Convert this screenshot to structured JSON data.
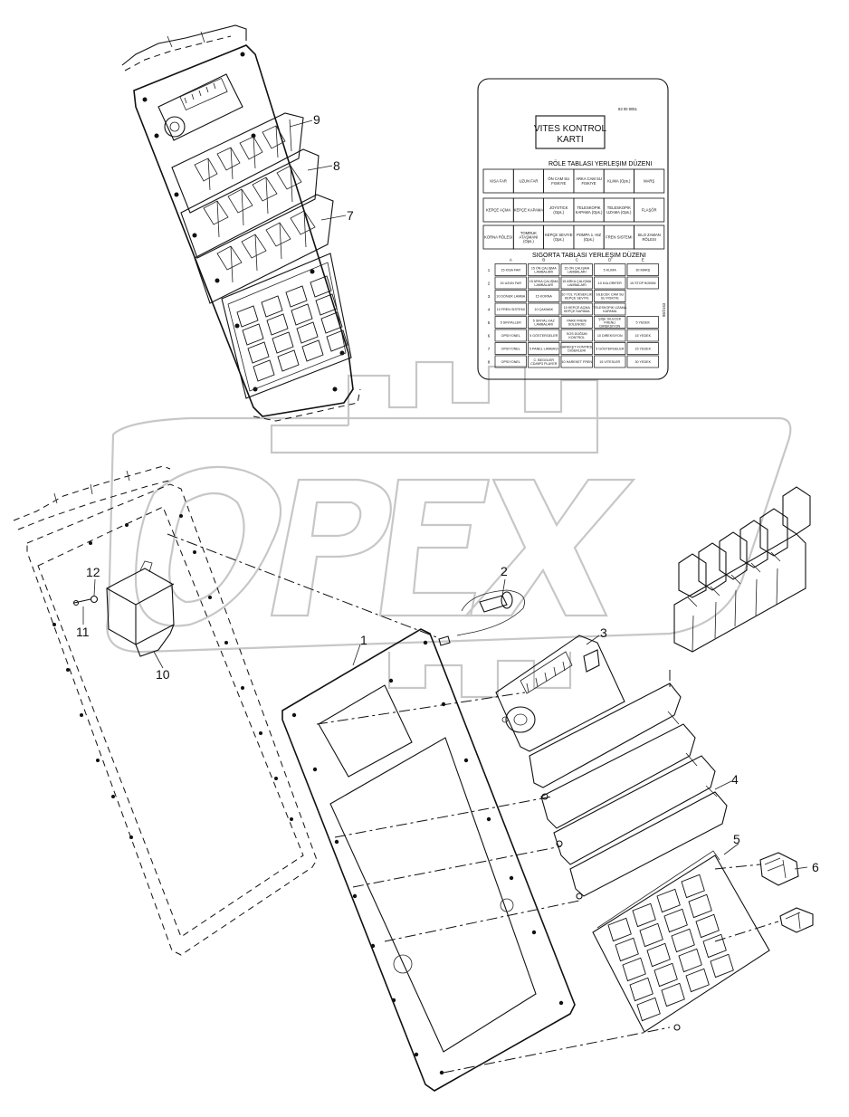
{
  "watermark": {
    "brand": "OPEX"
  },
  "callouts": {
    "c1": "1",
    "c2": "2",
    "c3": "3",
    "c4": "4",
    "c5": "5",
    "c6": "6",
    "c7": "7",
    "c8": "8",
    "c9": "9",
    "c10": "10",
    "c11": "11",
    "c12": "12"
  },
  "card": {
    "code": "83 00 9051",
    "title_line1": "VITES KONTROL",
    "title_line2": "KARTI",
    "side_code": "98/2163",
    "relay_header": "RÖLE TABLASI YERLEŞIM DÜZENI",
    "relay_rows": [
      [
        "KISA FAR",
        "UZUN FAR",
        "ÖN CAM SU FISKIYE",
        "ARKA CAM SU FISKIYE",
        "KLIMA (Ops.)",
        "MARŞ"
      ],
      [
        "KEPÇE AÇMA",
        "KEPÇE KAPAMA",
        "JOYSTICK (Ops.)",
        "TELESKOPIK KAPAMA (Ops.)",
        "TELESKOPIK UZAMA (Ops.)",
        "FLAŞÖR"
      ],
      [
        "KORNA RÖLESI",
        "TOMRUK ATAŞMANI (Ops.)",
        "KEPÇE SEVIYE (Ops.)",
        "POMPA 1. HIZ (Ops.)",
        "FREN SISTEMI",
        "SILO ZAMAN RÖLESI"
      ]
    ],
    "fuse_header": "SIGORTA TABLASI YERLEŞIM DÜZENI",
    "fuse_cols": [
      "A",
      "B",
      "C",
      "D",
      "E"
    ],
    "fuse_rows": [
      "1",
      "2",
      "3",
      "4",
      "5",
      "6",
      "7",
      "8"
    ],
    "fuse_cells": [
      [
        "15 KISA FAR",
        "15 ÖN ÇALIŞMA LAMBALARI",
        "15 ÖN ÇALIŞMA LAMBALARI",
        "5 KLIMA",
        "30 MARŞ"
      ],
      [
        "15 UZUN FAR",
        "15 ARKA ÇALIŞMA LAMBALARI",
        "15 ARKA ÇALIŞMA LAMBALARI",
        "10 KALORIFER",
        "15 STOP BOBINI"
      ],
      [
        "10 DÖNER LAMBA",
        "15 KORNA",
        "10 YOL YÜKSEKLIK KEPÇE SEVIYE",
        "SILECEK CAM SU SU FISKIYE",
        ""
      ],
      [
        "10 FREN SISTEMI",
        "10 ÇAKMAK",
        "10 KEPÇE AÇMA KEPÇE KAPAMA",
        "TELESKOPIK UZAMA KAPAMA",
        ""
      ],
      [
        "5 SINYALLER",
        "5 SINYAL KAZ LAMBALARI",
        "PARK FRENI SOLENOID",
        "ŞİŞE SILECEK FRENLI DIREKSIYON",
        "5 YEDEK"
      ],
      [
        "OPSIYONEL",
        "5 GÖSTERGELER",
        "SOS DÜĞÜM KONTROL",
        "10 DIREKSIYON",
        "15 YEDEK"
      ],
      [
        "OPSIYONEL",
        "5 PANEL LAMBASI",
        "HAREKET KONTROL DIĞERLERI",
        "5 GÖSTERGELER",
        "15 YEDEK"
      ],
      [
        "OPSIYONEL",
        "C. BEGGLER CD/MP3 PLAYER",
        "10 HAREKET FREN",
        "15 VITESLER",
        "30 YEDEK"
      ]
    ]
  }
}
